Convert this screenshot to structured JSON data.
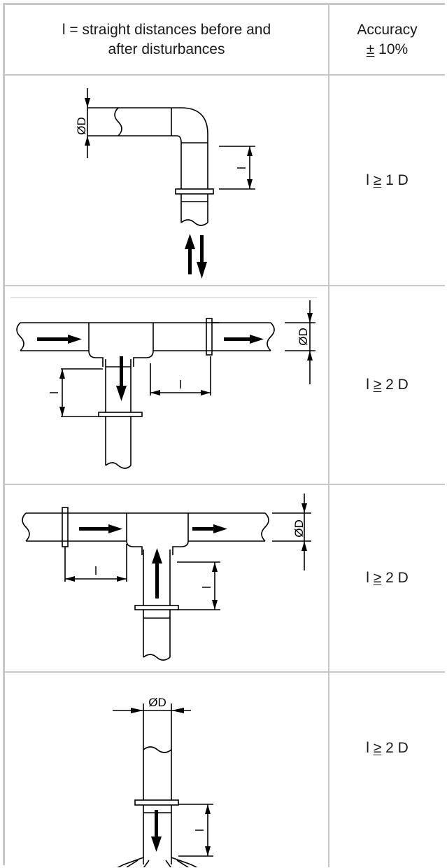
{
  "header": {
    "distance_label_line1": "l = straight distances before and",
    "distance_label_line2": "after disturbances",
    "accuracy_label": "Accuracy",
    "accuracy_sign": "±",
    "accuracy_value": "10%"
  },
  "rows": [
    {
      "figure": "elbow",
      "cond_prefix": "l",
      "cond_op": "≥",
      "cond_value": "1 D"
    },
    {
      "figure": "tee-branch-down",
      "cond_prefix": "l",
      "cond_op": "≥",
      "cond_value": "2 D"
    },
    {
      "figure": "tee-branch-up",
      "cond_prefix": "l",
      "cond_op": "≥",
      "cond_value": "2 D"
    },
    {
      "figure": "outlet-bell",
      "cond_prefix": "l",
      "cond_op": "≥",
      "cond_value": "2 D"
    }
  ],
  "figure_labels": {
    "diameter": "ØD",
    "length": "l"
  }
}
